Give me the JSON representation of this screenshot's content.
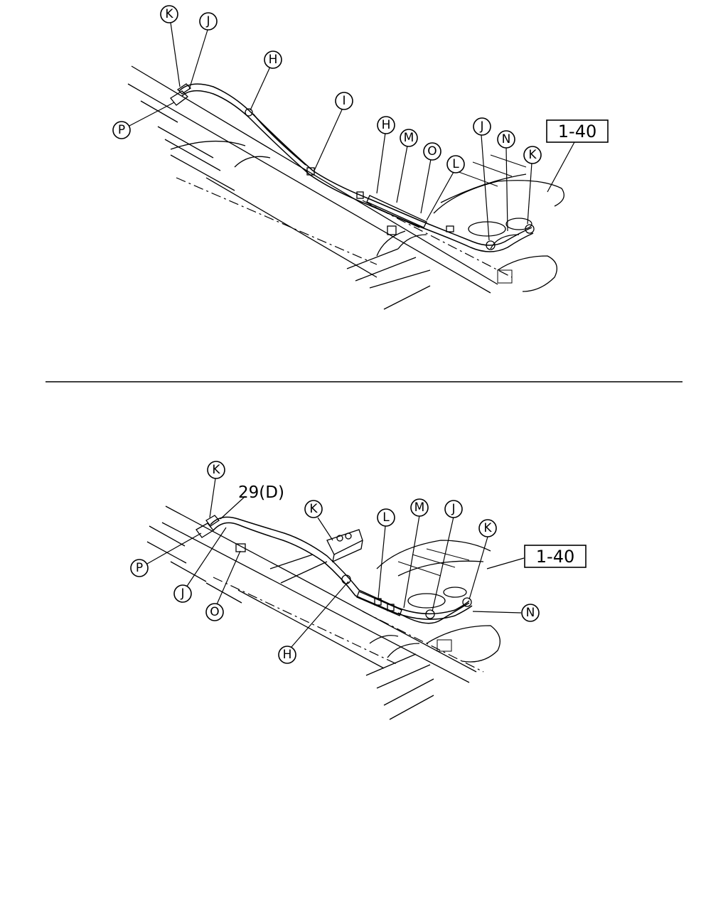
{
  "diagrams": {
    "top": {
      "reference": "1-40",
      "callouts": [
        "K",
        "J",
        "H",
        "P",
        "I",
        "H",
        "M",
        "O",
        "L",
        "J",
        "N",
        "K"
      ]
    },
    "bottom": {
      "reference": "1-40",
      "code_label": "29(D)",
      "callouts": [
        "K",
        "P",
        "J",
        "O",
        "K",
        "H",
        "L",
        "M",
        "J",
        "K",
        "N"
      ]
    }
  }
}
